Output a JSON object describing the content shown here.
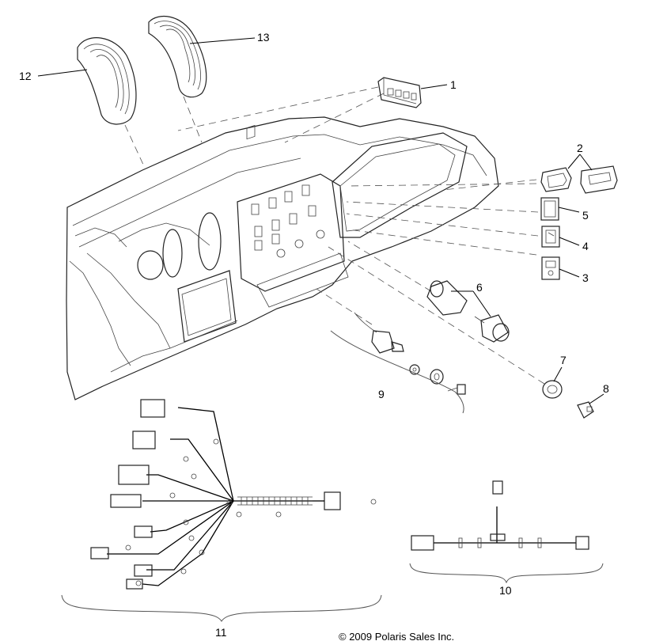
{
  "diagram": {
    "callouts": [
      {
        "id": "1",
        "label": "1"
      },
      {
        "id": "2",
        "label": "2"
      },
      {
        "id": "3",
        "label": "3"
      },
      {
        "id": "4",
        "label": "4"
      },
      {
        "id": "5",
        "label": "5"
      },
      {
        "id": "6",
        "label": "6"
      },
      {
        "id": "7",
        "label": "7"
      },
      {
        "id": "8",
        "label": "8"
      },
      {
        "id": "9",
        "label": "9"
      },
      {
        "id": "10",
        "label": "10"
      },
      {
        "id": "11",
        "label": "11"
      },
      {
        "id": "12",
        "label": "12"
      },
      {
        "id": "13",
        "label": "13"
      }
    ],
    "copyright": "© 2009 Polaris Sales Inc."
  }
}
